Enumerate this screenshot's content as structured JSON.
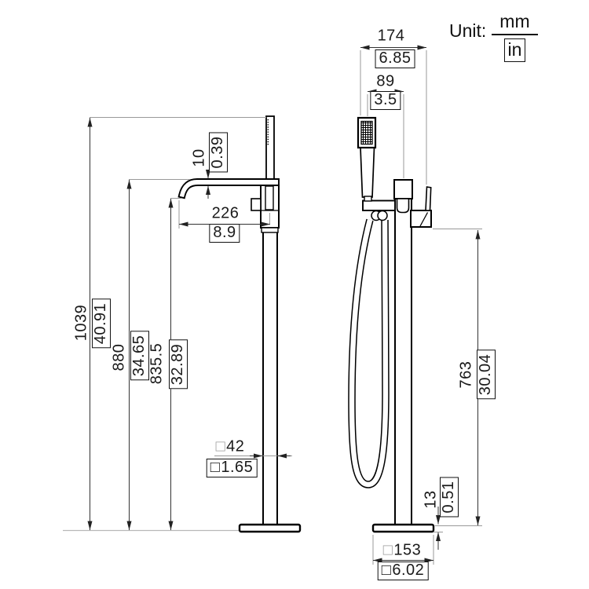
{
  "unit": {
    "label": "Unit:",
    "numerator": "mm",
    "denominator": "in"
  },
  "side_view": {
    "overall_height": {
      "mm": "1039",
      "in": "40.91"
    },
    "spout_height": {
      "mm": "880",
      "in": "34.65"
    },
    "outlet_height": {
      "mm": "835.5",
      "in": "32.89"
    },
    "spout_thickness": {
      "mm": "10",
      "in": "0.39"
    },
    "spout_reach": {
      "mm": "226",
      "in": "8.9"
    },
    "column_square": {
      "sym": "□",
      "mm": "42",
      "in": "1.65"
    }
  },
  "front_view": {
    "overall_width": {
      "mm": "174",
      "in": "6.85"
    },
    "shower_offset": {
      "mm": "89",
      "in": "3.5"
    },
    "handle_height": {
      "mm": "763",
      "in": "30.04"
    },
    "base_thickness": {
      "mm": "13",
      "in": "0.51"
    },
    "base_square": {
      "sym": "□",
      "mm": "153",
      "in": "6.02"
    }
  }
}
